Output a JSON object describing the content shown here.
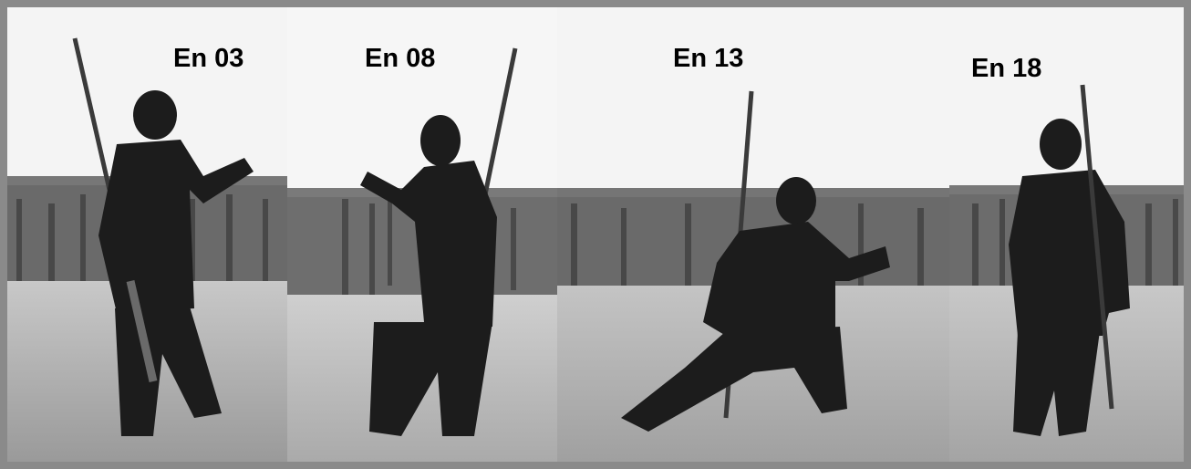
{
  "photo_strip": {
    "frames": [
      {
        "label": "En 03"
      },
      {
        "label": "En 08"
      },
      {
        "label": "En 13"
      },
      {
        "label": "En 18"
      }
    ]
  },
  "colors": {
    "border": "#8a8a8a",
    "sky": "#f4f4f4",
    "vineyard": "#5a5a5a",
    "grass": "#b8b8b8",
    "figure": "#1c1c1c",
    "staff": "#3a3a3a"
  }
}
